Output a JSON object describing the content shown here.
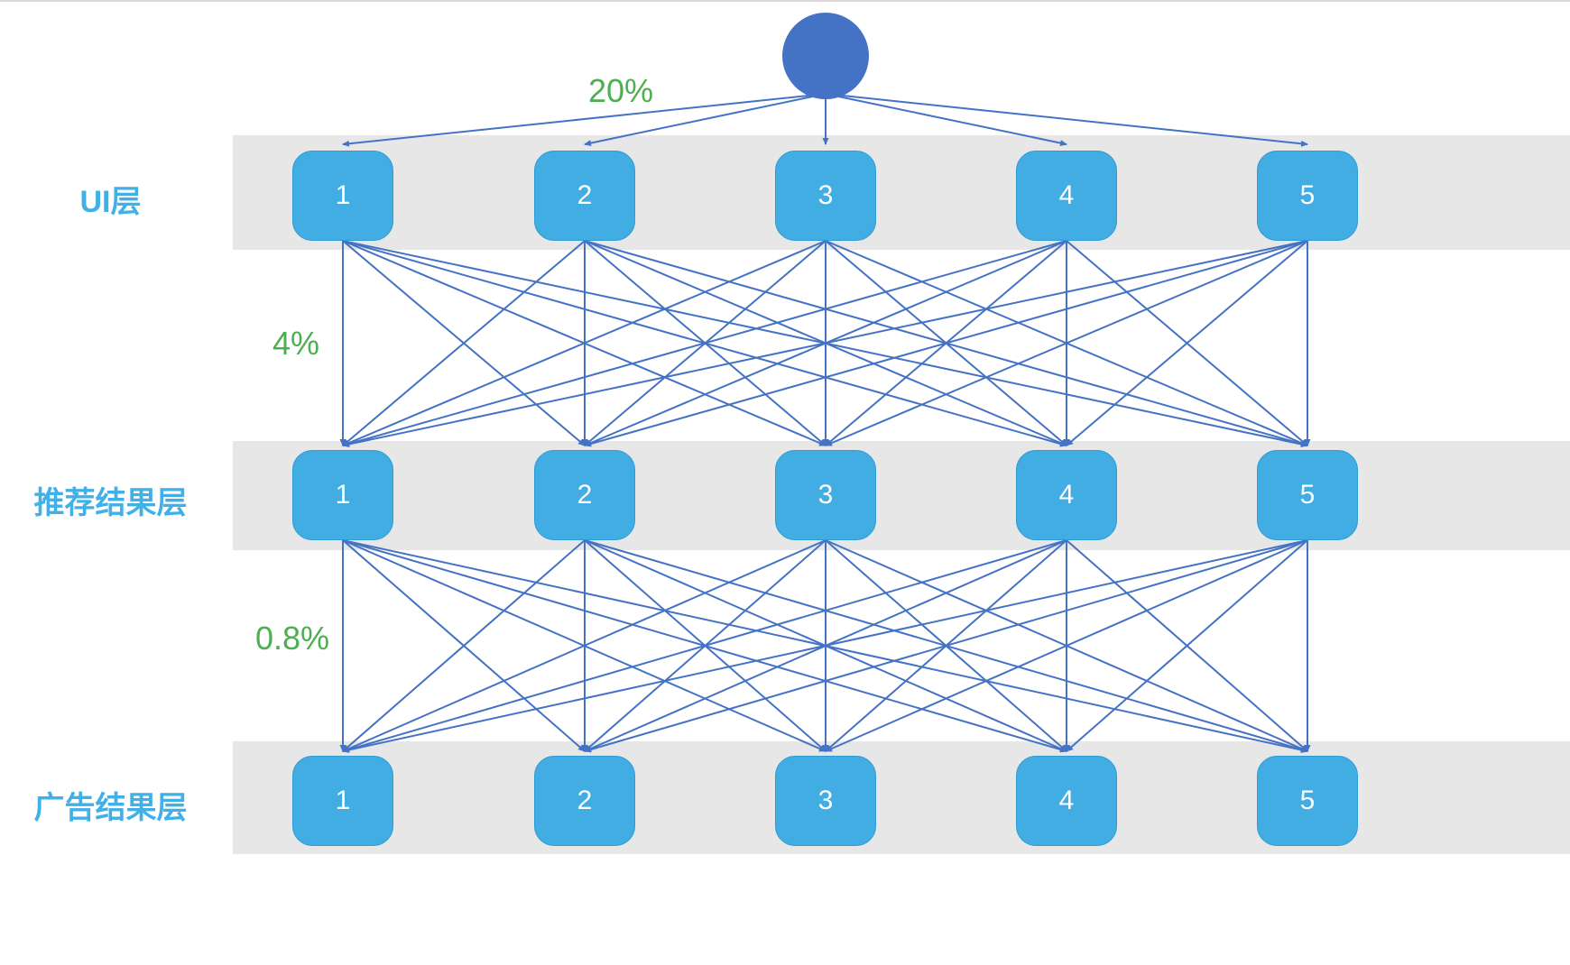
{
  "diagram": {
    "type": "layered-funnel-network",
    "root_node": {
      "name": "traffic-entry"
    },
    "layers": [
      {
        "id": "ui",
        "label": "UI层",
        "nodes": [
          "1",
          "2",
          "3",
          "4",
          "5"
        ]
      },
      {
        "id": "recommend",
        "label": "推荐结果层",
        "nodes": [
          "1",
          "2",
          "3",
          "4",
          "5"
        ]
      },
      {
        "id": "ad",
        "label": "广告结果层",
        "nodes": [
          "1",
          "2",
          "3",
          "4",
          "5"
        ]
      }
    ],
    "rates": [
      {
        "label": "20%",
        "between": "root→UI层"
      },
      {
        "label": "4%",
        "between": "UI层→推荐结果层"
      },
      {
        "label": "0.8%",
        "between": "推荐结果层→广告结果层"
      }
    ],
    "connections": "root fans out to all 5 UI nodes; each adjacent layer pair is fully connected (5×5) with arrows pointing downward",
    "colors": {
      "node": "#41ade2",
      "root_node": "#4472c4",
      "edge": "#4472c4",
      "band": "#e7e7e7",
      "layer_label": "#3fb0e8",
      "rate_label": "#4caf50"
    }
  }
}
